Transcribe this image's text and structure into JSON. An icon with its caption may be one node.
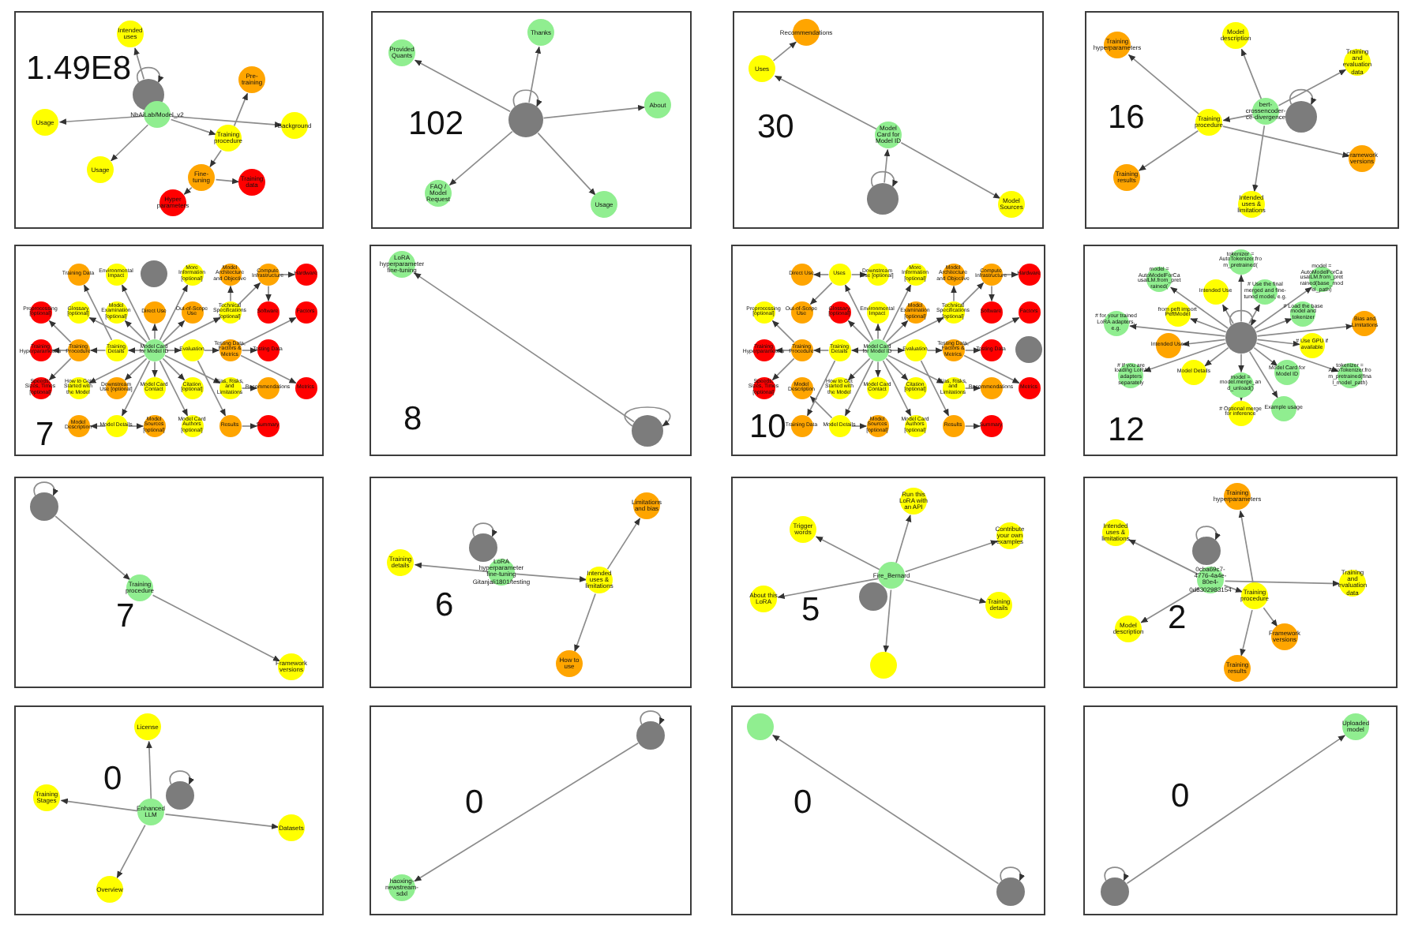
{
  "diagram": {
    "nodes": [
      {
        "text": [
          "1.49E8"
        ]
      },
      {
        "text": [],
        "shape": "circle",
        "in": 0
      },
      {
        "text": [
          "NbAiLab/Model_v2"
        ],
        "in": 0
      },
      {
        "text": [
          "Intended uses"
        ],
        "in": 0
      },
      {
        "text": [
          "Usage"
        ],
        "in": 0
      },
      {
        "text": [
          "Usage"
        ],
        "in": 0
      },
      {
        "text": [
          "Training procedure"
        ],
        "in": 0
      },
      {
        "text": [
          "Pre-training"
        ],
        "in": 0
      },
      {
        "text": [
          "Background"
        ],
        "in": 0
      },
      {
        "text": [
          "Fine-tuning"
        ],
        "in": 0
      },
      {
        "text": [
          "Training data"
        ],
        "in": 0
      },
      {
        "text": [
          "Hyper parameters"
        ],
        "in": 0
      },
      {
        "text": [
          "102"
        ]
      },
      {
        "text": [],
        "shape": "circle",
        "in": 12
      },
      {
        "text": [
          "Provided Quants"
        ],
        "in": 12
      },
      {
        "text": [
          "Thanks"
        ],
        "in": 12
      },
      {
        "text": [
          "About"
        ],
        "in": 12
      },
      {
        "text": [
          "FAQ / Model Request"
        ],
        "in": 12
      },
      {
        "text": [
          "Usage"
        ],
        "in": 12
      },
      {
        "text": [
          "30"
        ]
      },
      {
        "text": [
          "Recommendations"
        ],
        "in": 19
      },
      {
        "text": [
          "Uses"
        ],
        "in": 19
      },
      {
        "text": [
          "Model Card for Model ID"
        ],
        "in": 19
      },
      {
        "text": [],
        "shape": "circle",
        "in": 19
      },
      {
        "text": [
          "Model Sources"
        ],
        "in": 19
      },
      {
        "text": [
          "16"
        ]
      },
      {
        "text": [
          "Training hyperparameters"
        ],
        "in": 25
      },
      {
        "text": [
          "Model description"
        ],
        "in": 25
      },
      {
        "text": [
          "Training and evaluation data"
        ],
        "in": 25
      },
      {
        "text": [],
        "shape": "circle",
        "in": 25
      },
      {
        "text": [
          "bert-crossencoder-ce-divergence"
        ],
        "in": 25
      },
      {
        "text": [
          "Training procedure"
        ],
        "in": 25
      },
      {
        "text": [
          "Framework versions"
        ],
        "in": 25
      },
      {
        "text": [
          "Training results"
        ],
        "in": 25
      },
      {
        "text": [
          "Intended uses & limitations"
        ],
        "in": 25
      },
      {
        "text": [
          "7"
        ]
      },
      {
        "text": [],
        "shape": "circle",
        "in": 35
      },
      {
        "text": [
          "Model Card for Model ID"
        ],
        "in": 35
      },
      {
        "text": [
          "Software"
        ],
        "in": 35
      },
      {
        "text": [
          "Direct Use"
        ],
        "in": 35
      },
      {
        "text": [
          "Testing Data"
        ],
        "in": 35
      },
      {
        "text": [
          "Recommendations"
        ],
        "in": 35
      },
      {
        "text": [
          "Hardware"
        ],
        "in": 35
      },
      {
        "text": [
          "Environmental Impact"
        ],
        "in": 35
      },
      {
        "text": [
          "Compute Infrastructure"
        ],
        "in": 35
      },
      {
        "text": [
          "Bias, Risks, and Limitations"
        ],
        "in": 35
      },
      {
        "text": [
          "More Information [optional]"
        ],
        "in": 35
      },
      {
        "text": [
          "Results"
        ],
        "in": 35
      },
      {
        "text": [
          "Preprocessing [optional]"
        ],
        "in": 35
      },
      {
        "text": [
          "Glossary [optional]"
        ],
        "in": 35
      },
      {
        "text": [
          "Summary"
        ],
        "in": 35
      },
      {
        "text": [
          "Evaluation"
        ],
        "in": 35
      },
      {
        "text": [
          "Training Procedure"
        ],
        "in": 35
      },
      {
        "text": [
          "Factors"
        ],
        "in": 35
      },
      {
        "text": [
          "Training Details"
        ],
        "in": 35
      },
      {
        "text": [
          "Speeds, Sizes, Times [optional]"
        ],
        "in": 35
      },
      {
        "text": [
          "Testing Data, Factors & Metrics"
        ],
        "in": 35
      },
      {
        "text": [
          "Training Data"
        ],
        "in": 35
      },
      {
        "text": [
          "Technical Specifications [optional]"
        ],
        "in": 35
      },
      {
        "text": [
          "Training Hyperparameters"
        ],
        "in": 35
      },
      {
        "text": [
          "Out-of-Scope Use"
        ],
        "in": 35
      },
      {
        "text": [
          "How to Get Started with the Model"
        ],
        "in": 35
      },
      {
        "text": [
          "Citation [optional]"
        ],
        "in": 35
      },
      {
        "text": [
          "Downstream Use [optional]"
        ],
        "in": 35
      },
      {
        "text": [
          "Model Description"
        ],
        "in": 35
      },
      {
        "text": [
          "Model Card Authors [optional]"
        ],
        "in": 35
      },
      {
        "text": [
          "Model Architecture and Objective"
        ],
        "in": 35
      },
      {
        "text": [
          "Model Details"
        ],
        "in": 35
      },
      {
        "text": [
          "Metrics"
        ],
        "in": 35
      },
      {
        "text": [
          "Model Examination [optional]"
        ],
        "in": 35
      },
      {
        "text": [
          "Model Sources [optional]"
        ],
        "in": 35
      },
      {
        "text": [
          "Model Card Contact"
        ],
        "in": 35
      },
      {
        "text": [
          "8"
        ]
      },
      {
        "text": [
          "LoRA hyperparameter fine-tuning"
        ],
        "in": 72
      },
      {
        "text": [],
        "shape": "circle",
        "in": 72
      },
      {
        "text": [
          "10"
        ]
      },
      {
        "text": [
          "Model Card for Model ID"
        ],
        "in": 75
      },
      {
        "text": [],
        "shape": "circle",
        "in": 75
      },
      {
        "text": [
          "Factors"
        ],
        "in": 75
      },
      {
        "text": [
          "Hardware"
        ],
        "in": 75
      },
      {
        "text": [
          "Training Data"
        ],
        "in": 75
      },
      {
        "text": [
          "Recommendations"
        ],
        "in": 75
      },
      {
        "text": [
          "Bias, Risks, and Limitations"
        ],
        "in": 75
      },
      {
        "text": [
          "Training Details"
        ],
        "in": 75
      },
      {
        "text": [
          "Compute Infrastructure"
        ],
        "in": 75
      },
      {
        "text": [
          "Speeds, Sizes, Times [optional]"
        ],
        "in": 75
      },
      {
        "text": [
          "Training Hyperparameters"
        ],
        "in": 75
      },
      {
        "text": [
          "Software"
        ],
        "in": 75
      },
      {
        "text": [
          "How to Get Started with the Model"
        ],
        "in": 75
      },
      {
        "text": [
          "Citation [optional]"
        ],
        "in": 75
      },
      {
        "text": [
          "Training Procedure"
        ],
        "in": 75
      },
      {
        "text": [
          "Testing Data, Factors & Metrics"
        ],
        "in": 75
      },
      {
        "text": [
          "Summary"
        ],
        "in": 75
      },
      {
        "text": [
          "Results"
        ],
        "in": 75
      },
      {
        "text": [
          "Evaluation"
        ],
        "in": 75
      },
      {
        "text": [
          "Model Card Authors [optional]"
        ],
        "in": 75
      },
      {
        "text": [
          "Preprocessing [optional]"
        ],
        "in": 75
      },
      {
        "text": [
          "Metrics"
        ],
        "in": 75
      },
      {
        "text": [
          "Model Description"
        ],
        "in": 75
      },
      {
        "text": [
          "Technical Specifications [optional]"
        ],
        "in": 75
      },
      {
        "text": [
          "Model Details"
        ],
        "in": 75
      },
      {
        "text": [
          "Glossary [optional]"
        ],
        "in": 75
      },
      {
        "text": [
          "Model Sources [optional]"
        ],
        "in": 75
      },
      {
        "text": [
          "More Information [optional]"
        ],
        "in": 75
      },
      {
        "text": [
          "Model Card Contact"
        ],
        "in": 75
      },
      {
        "text": [
          "Testing Data"
        ],
        "in": 75
      },
      {
        "text": [
          "Out-of-Scope Use"
        ],
        "in": 75
      },
      {
        "text": [
          "Downstream Use [optional]"
        ],
        "in": 75
      },
      {
        "text": [
          "Environmental Impact"
        ],
        "in": 75
      },
      {
        "text": [
          "Uses"
        ],
        "in": 75
      },
      {
        "text": [
          "Direct Use"
        ],
        "in": 75
      },
      {
        "text": [
          "Model Examination [optional]"
        ],
        "in": 75
      },
      {
        "text": [
          "Model Architecture and Objective"
        ],
        "in": 75
      },
      {
        "text": [
          "12"
        ]
      },
      {
        "text": [],
        "shape": "circle",
        "in": 113
      },
      {
        "text": [
          "model = AutoModelForCausalLM.from_pretrained("
        ],
        "in": 113
      },
      {
        "text": [
          "tokenizer = AutoTokenizer.from_pretrained("
        ],
        "in": 113
      },
      {
        "text": [
          "model = AutoModelForCausalLM.from_pretrained(base_model_path)"
        ],
        "in": 113
      },
      {
        "text": [
          "Bias and Limitations"
        ],
        "in": 113
      },
      {
        "text": [
          "# for your trained LoRA adapters, e.g."
        ],
        "in": 113
      },
      {
        "text": [
          "from peft import PeftModel"
        ],
        "in": 113
      },
      {
        "text": [
          "Intended Use"
        ],
        "in": 113
      },
      {
        "text": [
          "# Load the base model and tokenizer"
        ],
        "in": 113
      },
      {
        "text": [
          "# Use GPU if available"
        ],
        "in": 113
      },
      {
        "text": [
          "Model Card for Model ID"
        ],
        "in": 113
      },
      {
        "text": [
          "Intended Uses"
        ],
        "in": 113
      },
      {
        "text": [
          "tokenizer = AutoTokenizer.from_pretrained(final_model_path)"
        ],
        "in": 113
      },
      {
        "text": [
          "# If you are loading LoRA adapters separately"
        ],
        "in": 113
      },
      {
        "text": [
          "Model Details"
        ],
        "in": 113
      },
      {
        "text": [
          "model = model.merge_and_unload()"
        ],
        "in": 113
      },
      {
        "text": [
          "# Optional merge for inference"
        ],
        "in": 113
      },
      {
        "text": [
          "# Use the final merged and fine-tuned model, e.g."
        ],
        "in": 113
      },
      {
        "text": [
          "Example usage"
        ],
        "in": 113
      },
      {
        "text": [
          "7"
        ]
      },
      {
        "text": [],
        "shape": "circle",
        "in": 133
      },
      {
        "text": [
          "Training procedure"
        ],
        "in": 133
      },
      {
        "text": [
          "Framework versions"
        ],
        "in": 133
      },
      {
        "text": [
          "6"
        ]
      },
      {
        "text": [],
        "shape": "circle",
        "in": 137
      },
      {
        "text": [
          "LoRA hyperparameter fine-tuning",
          "Gitanjali1801/testing"
        ],
        "in": 137
      },
      {
        "text": [
          "Training details"
        ],
        "in": 137
      },
      {
        "text": [
          "Intended uses & limitations"
        ],
        "in": 137
      },
      {
        "text": [
          "Limitations and bias"
        ],
        "in": 137
      },
      {
        "text": [
          "How to use"
        ],
        "in": 137
      },
      {
        "text": [
          "5"
        ]
      },
      {
        "text": [
          "Run this LoRA with an API"
        ],
        "in": 144
      },
      {
        "text": [
          "Trigger words"
        ],
        "in": 144
      },
      {
        "text": [
          "Contribute your own examples"
        ],
        "in": 144
      },
      {
        "text": [
          "Fire_Bernard"
        ],
        "in": 144
      },
      {
        "text": [],
        "shape": "circle",
        "in": 144
      },
      {
        "text": [
          "About this LoRA"
        ],
        "in": 144
      },
      {
        "text": [
          "Training details"
        ],
        "in": 144
      },
      {
        "text": [],
        "shape": "circle",
        "in": 144
      },
      {
        "text": [
          "2"
        ]
      },
      {
        "text": [
          "Training hyperparameters"
        ],
        "in": 153
      },
      {
        "text": [
          "Intended uses & limitations"
        ],
        "in": 153
      },
      {
        "text": [],
        "shape": "circle",
        "in": 153
      },
      {
        "text": [
          "0cba69c7-4776-4a4e-80e4-0d8302983154"
        ],
        "in": 153
      },
      {
        "text": [
          "Training procedure"
        ],
        "in": 153
      },
      {
        "text": [
          "Training and evaluation data"
        ],
        "in": 153
      },
      {
        "text": [
          "Model description"
        ],
        "in": 153
      },
      {
        "text": [
          "Framework versions"
        ],
        "in": 153
      },
      {
        "text": [
          "Training results"
        ],
        "in": 153
      },
      {
        "text": [
          "0"
        ]
      },
      {
        "text": [
          "License"
        ],
        "in": 163
      },
      {
        "text": [
          "Training Stages"
        ],
        "in": 163
      },
      {
        "text": [],
        "shape": "circle",
        "in": 163
      },
      {
        "text": [
          "Enhanced LLM"
        ],
        "in": 163
      },
      {
        "text": [
          "Datasets"
        ],
        "in": 163
      },
      {
        "text": [
          "Overview"
        ],
        "in": 163
      },
      {
        "text": [
          "0"
        ]
      },
      {
        "text": [],
        "shape": "circle",
        "in": 170
      },
      {
        "text": [
          "haoxing-newstream-sdxl"
        ],
        "in": 170
      },
      {
        "text": [
          "0"
        ]
      },
      {
        "text": [],
        "shape": "circle",
        "in": 173
      },
      {
        "text": [],
        "shape": "circle",
        "in": 173
      },
      {
        "text": [
          "0"
        ]
      },
      {
        "text": [
          "Uploaded model"
        ],
        "in": 176
      },
      {
        "text": [],
        "shape": "circle",
        "in": 176
      }
    ],
    "edges": [
      {
        "from": 1,
        "to": 1,
        "arrow": "to"
      },
      {
        "from": 1,
        "to": 3,
        "arrow": "to"
      },
      {
        "from": 2,
        "to": 4,
        "arrow": "to"
      },
      {
        "from": 2,
        "to": 5,
        "arrow": "to"
      },
      {
        "from": 2,
        "to": 6,
        "arrow": "to"
      },
      {
        "from": 2,
        "to": 8,
        "arrow": "to"
      },
      {
        "from": 6,
        "to": 7,
        "arrow": "to"
      },
      {
        "from": 6,
        "to": 9,
        "arrow": "to"
      },
      {
        "from": 9,
        "to": 10,
        "arrow": "to"
      },
      {
        "from": 9,
        "to": 11,
        "arrow": "to"
      },
      {
        "from": 13,
        "to": 13,
        "arrow": "to"
      },
      {
        "from": 13,
        "to": 14,
        "arrow": "to"
      },
      {
        "from": 13,
        "to": 15,
        "arrow": "to"
      },
      {
        "from": 13,
        "to": 16,
        "arrow": "to"
      },
      {
        "from": 13,
        "to": 17,
        "arrow": "to"
      },
      {
        "from": 13,
        "to": 18,
        "arrow": "to"
      },
      {
        "from": 23,
        "to": 23,
        "arrow": "to"
      },
      {
        "from": 23,
        "to": 22,
        "arrow": "to"
      },
      {
        "from": 22,
        "to": 21,
        "arrow": "to"
      },
      {
        "from": 21,
        "to": 20,
        "arrow": "to"
      },
      {
        "from": 22,
        "to": 24,
        "arrow": "to"
      },
      {
        "from": 29,
        "to": 29,
        "arrow": "to"
      },
      {
        "from": 30,
        "to": 27,
        "arrow": "to"
      },
      {
        "from": 30,
        "to": 28,
        "arrow": "to"
      },
      {
        "from": 30,
        "to": 31,
        "arrow": "to"
      },
      {
        "from": 30,
        "to": 34,
        "arrow": "to"
      },
      {
        "from": 31,
        "to": 26,
        "arrow": "to"
      },
      {
        "from": 31,
        "to": 32,
        "arrow": "to"
      },
      {
        "from": 31,
        "to": 33,
        "arrow": "to"
      },
      {
        "from": 37,
        "to": 67,
        "arrow": "to"
      },
      {
        "from": 37,
        "to": 39,
        "arrow": "to"
      },
      {
        "from": 37,
        "to": 63,
        "arrow": "to"
      },
      {
        "from": 37,
        "to": 60,
        "arrow": "to"
      },
      {
        "from": 37,
        "to": 45,
        "arrow": "to"
      },
      {
        "from": 37,
        "to": 61,
        "arrow": "to"
      },
      {
        "from": 37,
        "to": 54,
        "arrow": "to"
      },
      {
        "from": 37,
        "to": 51,
        "arrow": "to"
      },
      {
        "from": 37,
        "to": 69,
        "arrow": "to"
      },
      {
        "from": 37,
        "to": 43,
        "arrow": "to"
      },
      {
        "from": 37,
        "to": 58,
        "arrow": "to"
      },
      {
        "from": 37,
        "to": 62,
        "arrow": "to"
      },
      {
        "from": 37,
        "to": 49,
        "arrow": "to"
      },
      {
        "from": 37,
        "to": 46,
        "arrow": "to"
      },
      {
        "from": 37,
        "to": 65,
        "arrow": "to"
      },
      {
        "from": 37,
        "to": 71,
        "arrow": "to"
      },
      {
        "from": 67,
        "to": 64,
        "arrow": "to"
      },
      {
        "from": 67,
        "to": 70,
        "arrow": "to"
      },
      {
        "from": 45,
        "to": 41,
        "arrow": "to"
      },
      {
        "from": 54,
        "to": 57,
        "arrow": "to"
      },
      {
        "from": 54,
        "to": 52,
        "arrow": "to"
      },
      {
        "from": 52,
        "to": 48,
        "arrow": "to"
      },
      {
        "from": 52,
        "to": 59,
        "arrow": "to"
      },
      {
        "from": 52,
        "to": 55,
        "arrow": "to"
      },
      {
        "from": 51,
        "to": 56,
        "arrow": "to"
      },
      {
        "from": 51,
        "to": 47,
        "arrow": "to"
      },
      {
        "from": 56,
        "to": 40,
        "arrow": "to"
      },
      {
        "from": 56,
        "to": 53,
        "arrow": "to"
      },
      {
        "from": 56,
        "to": 68,
        "arrow": "to"
      },
      {
        "from": 47,
        "to": 50,
        "arrow": "to"
      },
      {
        "from": 58,
        "to": 66,
        "arrow": "to"
      },
      {
        "from": 58,
        "to": 44,
        "arrow": "to"
      },
      {
        "from": 44,
        "to": 42,
        "arrow": "to"
      },
      {
        "from": 44,
        "to": 38,
        "arrow": "to"
      },
      {
        "from": 74,
        "to": 74,
        "arrow": "to"
      },
      {
        "from": 74,
        "to": 73,
        "arrow": "to"
      },
      {
        "from": 76,
        "to": 100,
        "arrow": "to"
      },
      {
        "from": 76,
        "to": 109,
        "arrow": "to"
      },
      {
        "from": 76,
        "to": 82,
        "arrow": "to"
      },
      {
        "from": 76,
        "to": 88,
        "arrow": "to"
      },
      {
        "from": 76,
        "to": 83,
        "arrow": "to"
      },
      {
        "from": 76,
        "to": 94,
        "arrow": "to"
      },
      {
        "from": 76,
        "to": 111,
        "arrow": "to"
      },
      {
        "from": 76,
        "to": 108,
        "arrow": "to"
      },
      {
        "from": 76,
        "to": 99,
        "arrow": "to"
      },
      {
        "from": 76,
        "to": 89,
        "arrow": "to"
      },
      {
        "from": 76,
        "to": 101,
        "arrow": "to"
      },
      {
        "from": 76,
        "to": 103,
        "arrow": "to"
      },
      {
        "from": 76,
        "to": 95,
        "arrow": "to"
      },
      {
        "from": 76,
        "to": 104,
        "arrow": "to"
      },
      {
        "from": 100,
        "to": 98,
        "arrow": "to"
      },
      {
        "from": 100,
        "to": 102,
        "arrow": "to"
      },
      {
        "from": 109,
        "to": 110,
        "arrow": "to"
      },
      {
        "from": 109,
        "to": 107,
        "arrow": "to"
      },
      {
        "from": 109,
        "to": 106,
        "arrow": "to"
      },
      {
        "from": 82,
        "to": 81,
        "arrow": "to"
      },
      {
        "from": 83,
        "to": 80,
        "arrow": "to"
      },
      {
        "from": 83,
        "to": 90,
        "arrow": "to"
      },
      {
        "from": 90,
        "to": 96,
        "arrow": "to"
      },
      {
        "from": 90,
        "to": 86,
        "arrow": "to"
      },
      {
        "from": 90,
        "to": 85,
        "arrow": "to"
      },
      {
        "from": 94,
        "to": 91,
        "arrow": "to"
      },
      {
        "from": 94,
        "to": 93,
        "arrow": "to"
      },
      {
        "from": 91,
        "to": 105,
        "arrow": "to"
      },
      {
        "from": 91,
        "to": 78,
        "arrow": "to"
      },
      {
        "from": 91,
        "to": 97,
        "arrow": "to"
      },
      {
        "from": 93,
        "to": 92,
        "arrow": "to"
      },
      {
        "from": 99,
        "to": 112,
        "arrow": "to"
      },
      {
        "from": 99,
        "to": 84,
        "arrow": "to"
      },
      {
        "from": 84,
        "to": 79,
        "arrow": "to"
      },
      {
        "from": 84,
        "to": 87,
        "arrow": "to"
      },
      {
        "from": 114,
        "to": 114,
        "arrow": "to"
      },
      {
        "from": 114,
        "to": 115,
        "arrow": "to"
      },
      {
        "from": 114,
        "to": 116,
        "arrow": "to"
      },
      {
        "from": 114,
        "to": 117,
        "arrow": "to"
      },
      {
        "from": 114,
        "to": 118,
        "arrow": "to"
      },
      {
        "from": 114,
        "to": 119,
        "arrow": "to"
      },
      {
        "from": 114,
        "to": 120,
        "arrow": "to"
      },
      {
        "from": 114,
        "to": 121,
        "arrow": "to"
      },
      {
        "from": 114,
        "to": 122,
        "arrow": "to"
      },
      {
        "from": 114,
        "to": 123,
        "arrow": "to"
      },
      {
        "from": 114,
        "to": 124,
        "arrow": "to"
      },
      {
        "from": 114,
        "to": 125,
        "arrow": "to"
      },
      {
        "from": 114,
        "to": 126,
        "arrow": "to"
      },
      {
        "from": 114,
        "to": 127,
        "arrow": "to"
      },
      {
        "from": 114,
        "to": 128,
        "arrow": "to"
      },
      {
        "from": 114,
        "to": 129,
        "arrow": "to"
      },
      {
        "from": 114,
        "to": 131,
        "arrow": "to"
      },
      {
        "from": 114,
        "to": 132,
        "arrow": "to"
      },
      {
        "from": 129,
        "to": 130,
        "arrow": "to"
      },
      {
        "from": 134,
        "to": 134,
        "arrow": "to"
      },
      {
        "from": 134,
        "to": 135,
        "arrow": "to"
      },
      {
        "from": 135,
        "to": 136,
        "arrow": "to"
      },
      {
        "from": 138,
        "to": 138,
        "arrow": "to"
      },
      {
        "from": 139,
        "to": 140,
        "arrow": "to"
      },
      {
        "from": 139,
        "to": 141,
        "arrow": "to"
      },
      {
        "from": 141,
        "to": 142,
        "arrow": "to"
      },
      {
        "from": 141,
        "to": 143,
        "arrow": "to"
      },
      {
        "from": 148,
        "to": 145,
        "arrow": "to"
      },
      {
        "from": 148,
        "to": 146,
        "arrow": "to"
      },
      {
        "from": 148,
        "to": 147,
        "arrow": "to"
      },
      {
        "from": 148,
        "to": 150,
        "arrow": "to"
      },
      {
        "from": 148,
        "to": 151,
        "arrow": "to"
      },
      {
        "from": 148,
        "to": 152,
        "arrow": "to"
      },
      {
        "from": 156,
        "to": 156,
        "arrow": "to"
      },
      {
        "from": 157,
        "to": 155,
        "arrow": "to"
      },
      {
        "from": 157,
        "to": 158,
        "arrow": "to"
      },
      {
        "from": 157,
        "to": 159,
        "arrow": "to"
      },
      {
        "from": 157,
        "to": 160,
        "arrow": "to"
      },
      {
        "from": 158,
        "to": 154,
        "arrow": "to"
      },
      {
        "from": 158,
        "to": 161,
        "arrow": "to"
      },
      {
        "from": 158,
        "to": 162,
        "arrow": "to"
      },
      {
        "from": 166,
        "to": 166,
        "arrow": "to"
      },
      {
        "from": 167,
        "to": 164,
        "arrow": "to"
      },
      {
        "from": 167,
        "to": 165,
        "arrow": "to"
      },
      {
        "from": 167,
        "to": 168,
        "arrow": "to"
      },
      {
        "from": 167,
        "to": 169,
        "arrow": "to"
      },
      {
        "from": 171,
        "to": 171,
        "arrow": "to"
      },
      {
        "from": 171,
        "to": 172,
        "arrow": "to"
      },
      {
        "from": 175,
        "to": 175,
        "arrow": "to"
      },
      {
        "from": 175,
        "to": 174,
        "arrow": "to"
      },
      {
        "from": 178,
        "to": 178,
        "arrow": "to"
      },
      {
        "from": 178,
        "to": 177,
        "arrow": "to"
      }
    ]
  }
}
